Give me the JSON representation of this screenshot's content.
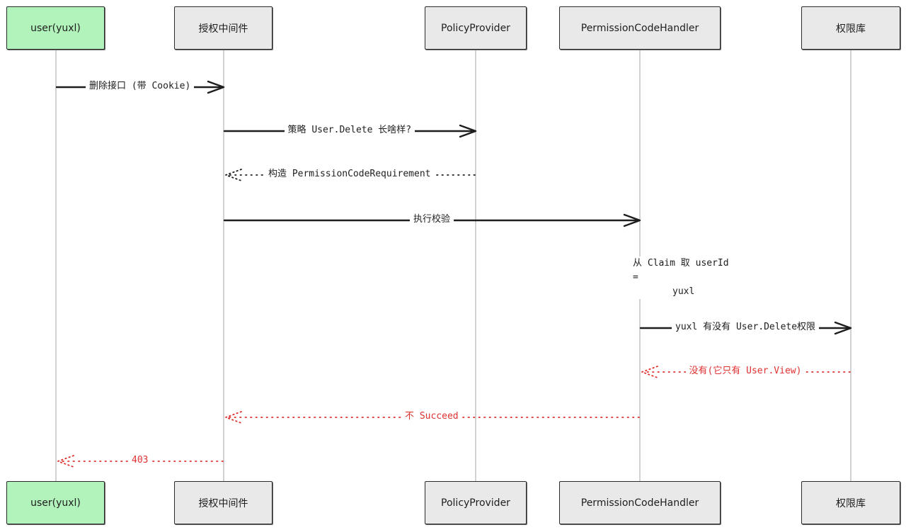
{
  "colors": {
    "user_fill": "#b2f2bb",
    "participant_fill": "#e9e9e9",
    "border": "#2b2b2b",
    "lifeline": "#b9b9b9",
    "solid_arrow": "#1e1e1e",
    "error": "#e03131"
  },
  "participants": [
    {
      "id": "user",
      "label": "user(yuxl)",
      "fill": "#b2f2bb"
    },
    {
      "id": "auth",
      "label": "授权中间件",
      "fill": "#e9e9e9"
    },
    {
      "id": "policy",
      "label": "PolicyProvider",
      "fill": "#e9e9e9"
    },
    {
      "id": "handler",
      "label": "PermissionCodeHandler",
      "fill": "#e9e9e9"
    },
    {
      "id": "store",
      "label": "权限库",
      "fill": "#e9e9e9"
    }
  ],
  "messages": [
    {
      "from": "user",
      "to": "auth",
      "label": "删除接口 (带 Cookie)",
      "style": "solid"
    },
    {
      "from": "auth",
      "to": "policy",
      "label": "策略 User.Delete 长啥样?",
      "style": "solid"
    },
    {
      "from": "policy",
      "to": "auth",
      "label": "构造 PermissionCodeRequirement",
      "style": "dotted"
    },
    {
      "from": "auth",
      "to": "handler",
      "label": "执行校验",
      "style": "solid"
    },
    {
      "from": "handler",
      "to": "store",
      "label": "yuxl 有没有 User.Delete权限",
      "style": "solid"
    },
    {
      "from": "store",
      "to": "handler",
      "label": "没有(它只有 User.View)",
      "style": "dotted-error"
    },
    {
      "from": "handler",
      "to": "auth",
      "label": "不 Succeed",
      "style": "dotted-error"
    },
    {
      "from": "auth",
      "to": "user",
      "label": "403",
      "style": "dotted-error"
    }
  ],
  "note": {
    "participant": "handler",
    "line1": "从 Claim 取 userId =",
    "line2": "yuxl"
  }
}
